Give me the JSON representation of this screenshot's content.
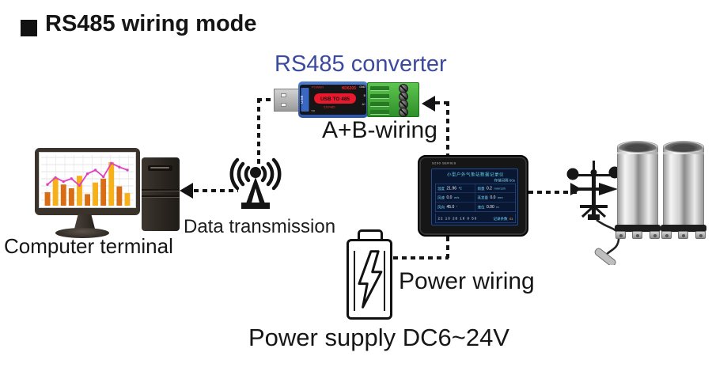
{
  "header": {
    "title": "RS485 wiring mode"
  },
  "labels": {
    "converter": "RS485 converter",
    "ab_wiring": "A+B-wiring",
    "data_transmission": "Data transmission",
    "computer_terminal": "Computer terminal",
    "power_wiring": "Power wiring",
    "power_supply": "Power supply DC6~24V"
  },
  "converter": {
    "usb_side_label": "USB",
    "power_led_label": "POWER",
    "model": "HD6205",
    "badge": "USB TO 485",
    "sub_label": "232/485",
    "tx_label": "TX",
    "pins": [
      "GND",
      "B",
      "A+"
    ]
  },
  "display": {
    "series": "S200 SERIES",
    "screen_title": "小型户外气象站数据记录仪",
    "interval": "存储间隔 60s",
    "readings": [
      {
        "label": "温度",
        "value": "21.96",
        "unit": "℃"
      },
      {
        "label": "雨量",
        "value": "0.2",
        "unit": "mm/12h"
      },
      {
        "label": "风速",
        "value": "0.0",
        "unit": "m/s"
      },
      {
        "label": "蒸发量",
        "value": "0.0",
        "unit": "mm"
      },
      {
        "label": "风向",
        "value": "45.0",
        "unit": "°"
      },
      {
        "label": "液位",
        "value": "0.00",
        "unit": "m"
      }
    ],
    "timestamp": "22 10 28 18 0 50",
    "record_label": "记录条数",
    "record_count": "41"
  },
  "chart_data": {
    "type": "bar+line",
    "title": "",
    "xlabel": "",
    "ylabel": "",
    "ylim": [
      0,
      100
    ],
    "grid": true,
    "bars": [
      {
        "value": 28,
        "color": "#d96d15"
      },
      {
        "value": 58,
        "color": "#f6b019"
      },
      {
        "value": 44,
        "color": "#d96d15"
      },
      {
        "value": 36,
        "color": "#d96d15"
      },
      {
        "value": 62,
        "color": "#f6b019"
      },
      {
        "value": 24,
        "color": "#d96d15"
      },
      {
        "value": 48,
        "color": "#f6b019"
      },
      {
        "value": 56,
        "color": "#d96d15"
      },
      {
        "value": 90,
        "color": "#f6b019"
      },
      {
        "value": 40,
        "color": "#d96d15"
      },
      {
        "value": 26,
        "color": "#f6b019"
      }
    ],
    "line": {
      "color": "#e040c0",
      "values": [
        44,
        58,
        50,
        56,
        42,
        66,
        74,
        60,
        88,
        80,
        74
      ]
    }
  },
  "colors": {
    "accent_blue": "#3b4a9e",
    "converter_red": "#e8192c",
    "terminal_green": "#4db841",
    "screen_navy": "#0a1733",
    "screen_cyan": "#5fd3f0",
    "record_orange": "#f0a030",
    "wire_black": "#141414"
  }
}
